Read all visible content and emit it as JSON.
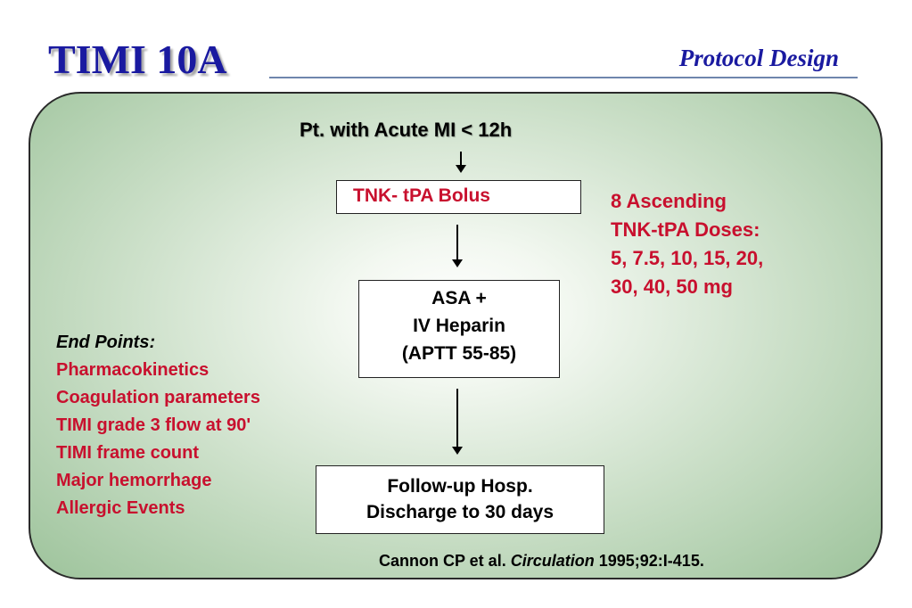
{
  "header": {
    "title": "TIMI 10A",
    "subtitle": "Protocol Design"
  },
  "flow": {
    "start": "Pt. with Acute MI < 12h",
    "step1": "TNK- tPA Bolus",
    "step2": [
      "ASA +",
      "IV Heparin",
      "(APTT 55-85)"
    ],
    "step3": [
      "Follow-up Hosp.",
      "Discharge to 30 days"
    ]
  },
  "doses": [
    "8 Ascending",
    "TNK-tPA Doses:",
    "5, 7.5, 10, 15, 20,",
    "30, 40, 50 mg"
  ],
  "endpoints": {
    "heading": "End Points:",
    "items": [
      "Pharmacokinetics",
      "Coagulation parameters",
      "TIMI grade 3 flow at 90'",
      "TIMI frame count",
      "Major hemorrhage",
      "Allergic Events"
    ]
  },
  "citation": {
    "authors": "Cannon CP et al.",
    "journal": "Circulation",
    "ref": "1995;92:I-415."
  },
  "colors": {
    "title": "#1a1aa0",
    "highlight": "#c8102e",
    "panel_green": "#9dc39b"
  }
}
